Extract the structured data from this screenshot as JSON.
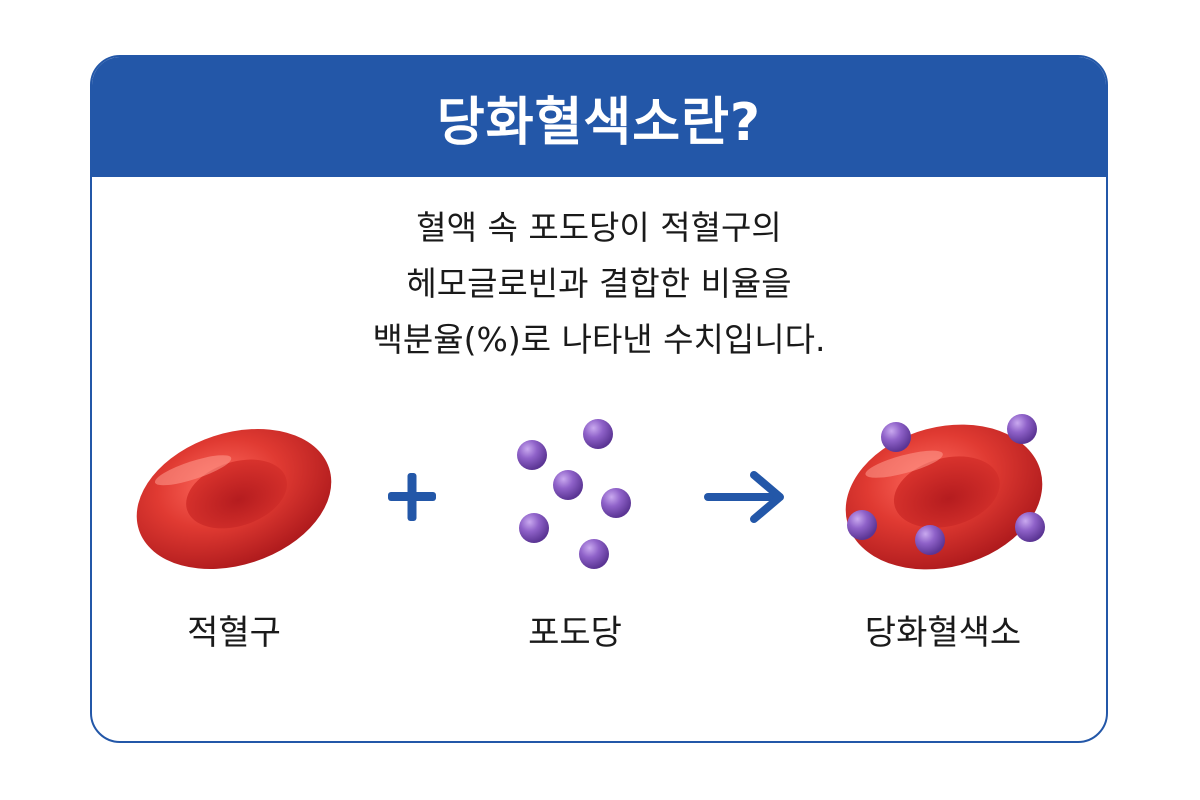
{
  "header": {
    "title": "당화혈색소란?",
    "bg_color": "#2357a8"
  },
  "description": {
    "lines": [
      "혈액 속 포도당이 적혈구의",
      "헤모글로빈과 결합한 비율을",
      "백분율(%)로 나타낸 수치입니다."
    ]
  },
  "diagram": {
    "items": [
      {
        "label": "적혈구",
        "icon": "red-blood-cell-icon"
      },
      {
        "operator": "+",
        "icon": "plus-icon"
      },
      {
        "label": "포도당",
        "icon": "glucose-molecules-icon"
      },
      {
        "operator": "→",
        "icon": "arrow-right-icon"
      },
      {
        "label": "당화혈색소",
        "icon": "glycated-hemoglobin-icon"
      }
    ],
    "colors": {
      "cell": "#d62b2b",
      "glucose": "#8a5cc4",
      "operator": "#2357a8"
    }
  }
}
